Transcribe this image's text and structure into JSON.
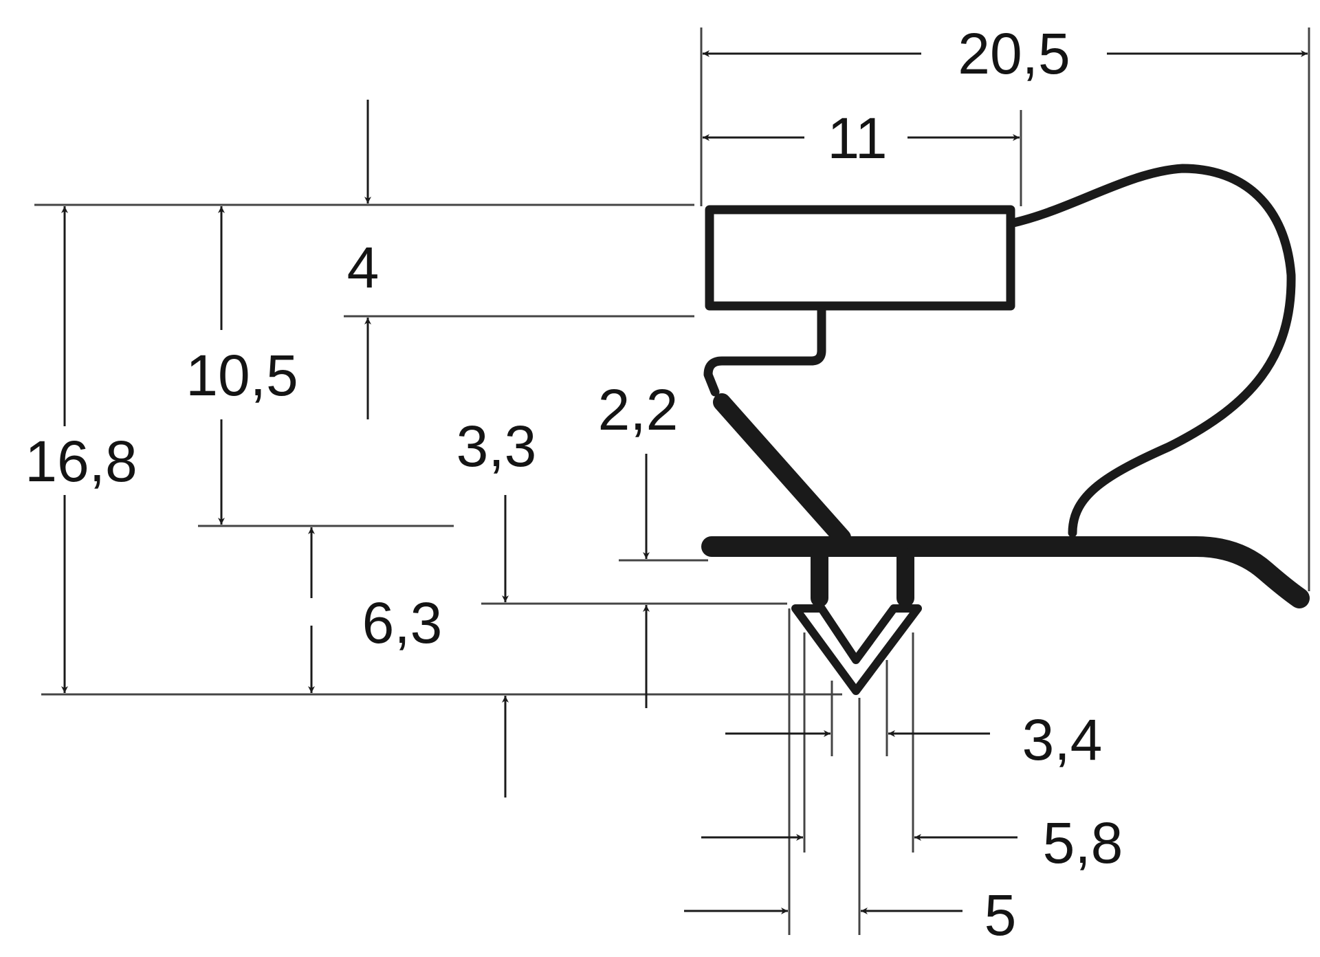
{
  "diagram": {
    "type": "gasket profile cross-section with dimensions",
    "line_color": "#1a1a1a",
    "dim_line_color": "#444444",
    "background": "#ffffff",
    "dimensions": {
      "overall_width": "20,5",
      "top_width": "11",
      "top_height": "4",
      "height_10_5": "10,5",
      "overall_height": "16,8",
      "height_3_3": "3,3",
      "height_2_2": "2,2",
      "height_6_3": "6,3",
      "width_3_4": "3,4",
      "width_5_8": "5,8",
      "width_5": "5"
    }
  }
}
